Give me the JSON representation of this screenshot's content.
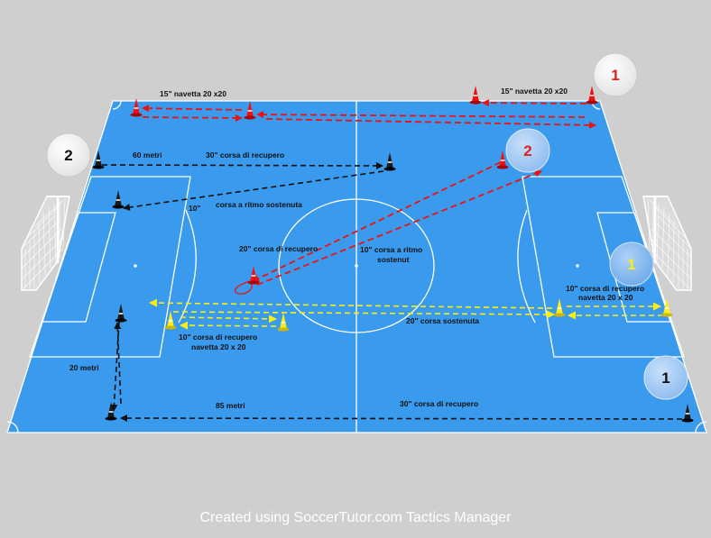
{
  "colors": {
    "background": "#cfcfcf",
    "pitch": "#3a9aee",
    "lines": "#ffffff",
    "red": "#ee1111",
    "black": "#111111",
    "yellow": "#ffee11"
  },
  "labels": {
    "shuttle_top_left": "15\" navetta 20 x20",
    "shuttle_top_right": "15\" navetta 20 x20",
    "meters_60": "60 metri",
    "recovery_run_top": "30\" corsa di recupero",
    "ten_seconds": "10\"",
    "sustained_pace_run": "corsa a ritmo sostenuta",
    "recovery_run_20": "20\" corsa di recupero",
    "pace_run_10": "10\" corsa a ritmo",
    "sustained": "sostenut",
    "recovery_10_left_1": "10\" corsa di recupero",
    "recovery_10_left_2": "navetta 20 x 20",
    "recovery_10_right_1": "10\" corsa di recupero",
    "recovery_10_right_2": "navetta 20 x 20",
    "sustained_run_20": "20\" corsa sostenuta",
    "meters_20": "20 metri",
    "meters_85": "85 metri",
    "recovery_run_bottom": "30\" corsa di recupero"
  },
  "players": {
    "red_top_right": "1",
    "red_mid": "2",
    "white_left": "2",
    "yellow_right": "1",
    "blue_bottom_right": "1"
  },
  "footer": "Created using SoccerTutor.com Tactics Manager"
}
